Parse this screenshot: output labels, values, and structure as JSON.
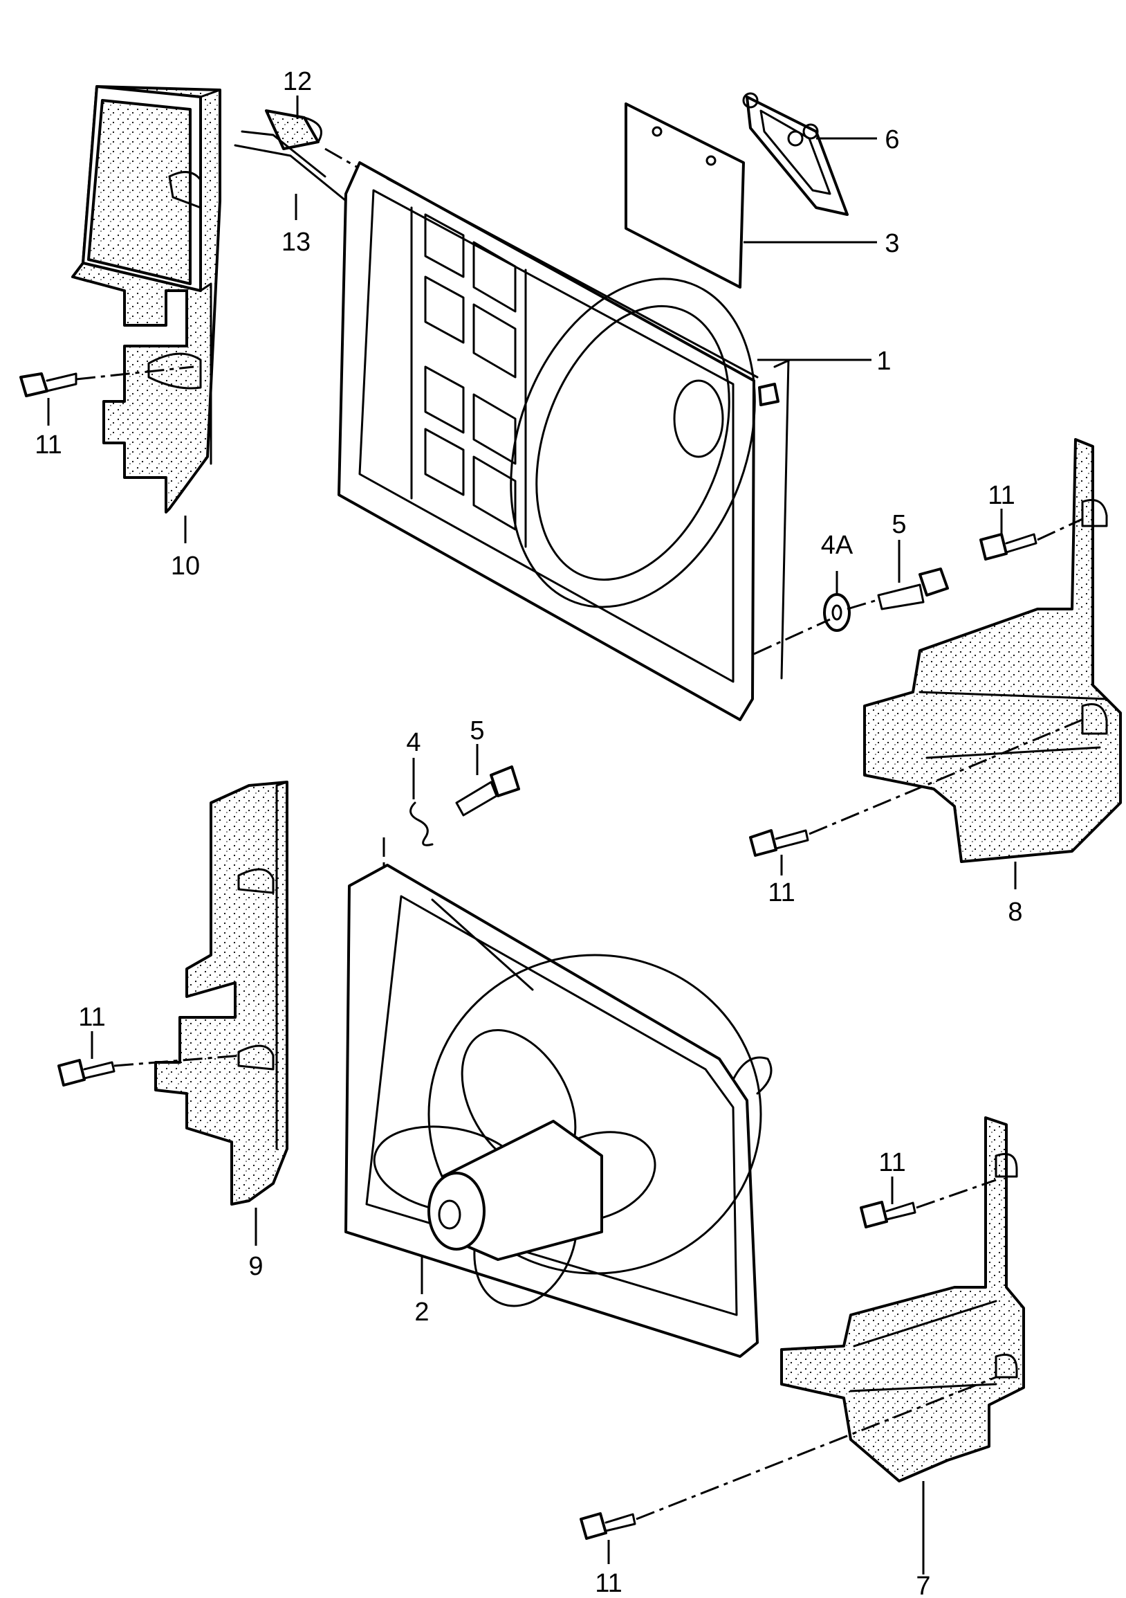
{
  "diagram": {
    "callouts": {
      "c1": "1",
      "c2": "2",
      "c3": "3",
      "c4": "4",
      "c4a": "4A",
      "c5_top": "5",
      "c5_mid": "5",
      "c6": "6",
      "c7": "7",
      "c8": "8",
      "c9": "9",
      "c10": "10",
      "c11_left_top": "11",
      "c11_right_top": "11",
      "c11_right_mid": "11",
      "c11_left_mid": "11",
      "c11_right_low": "11",
      "c11_bottom": "11",
      "c12": "12",
      "c13": "13"
    }
  }
}
